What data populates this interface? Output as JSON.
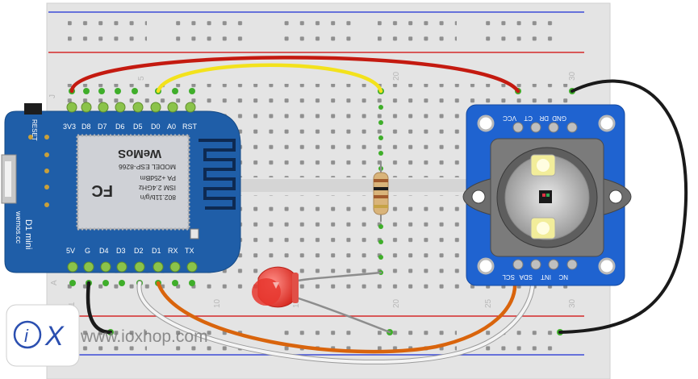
{
  "breadboard": {
    "row_numbers": [
      "5",
      "20",
      "1",
      "30",
      "10",
      "15",
      "20",
      "25",
      "30"
    ],
    "row_letter_top": "J",
    "row_letter_bottom": "A"
  },
  "wemos": {
    "top_pins": [
      "3V3",
      "D8",
      "D7",
      "D6",
      "D5",
      "D0",
      "A0",
      "RST"
    ],
    "bottom_pins": [
      "5V",
      "G",
      "D4",
      "D3",
      "D2",
      "D1",
      "RX",
      "TX"
    ],
    "reset_label": "RESET",
    "board_name": "D1 mini",
    "board_site": "wemos.cc",
    "shield_lines": [
      "802.11b/g/n",
      "ISM 2.4GHz",
      "PA +25dBm",
      "MODEL  ESP-8266"
    ],
    "brand": "WeMoS",
    "fcc": "FC"
  },
  "sensor": {
    "top_pins": [
      "VCC",
      "CT",
      "DR",
      "GND"
    ],
    "bottom_pins": [
      "SCL",
      "SDA",
      "INT",
      "NC"
    ]
  },
  "logo": {
    "glyph_i": "i",
    "glyph_x": "X",
    "url": "www.ioxhop.com"
  },
  "colors": {
    "red_wire": "#c41a10",
    "yellow_wire": "#f3e21c",
    "black_wire": "#1a1a1a",
    "orange_wire": "#d9640c",
    "white_wire": "#f4f4f4",
    "wemos_board": "#1f5ea8",
    "sensor_board": "#1f63d0",
    "led": "#e8372f"
  }
}
